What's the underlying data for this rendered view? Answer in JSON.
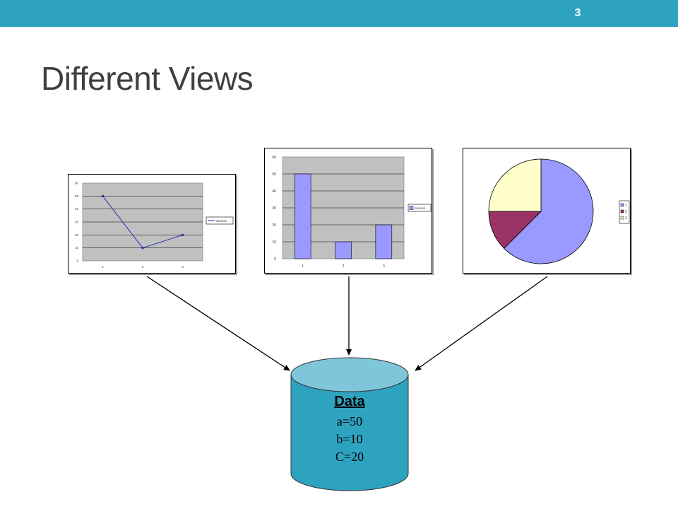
{
  "slide": {
    "page_number": "3",
    "title": "Different Views",
    "colors": {
      "topbar": "#2ea3c0",
      "cylinder_body": "#2ea3c0",
      "cylinder_top": "#7fc6da"
    }
  },
  "data_store": {
    "title": "Data",
    "lines": [
      "a=50",
      "b=10",
      "C=20"
    ]
  },
  "chart_data": [
    {
      "type": "line",
      "x": [
        1,
        2,
        3
      ],
      "ticks_x": [
        "1",
        "2",
        "3"
      ],
      "ticks_y": [
        "0",
        "10",
        "20",
        "30",
        "40",
        "50",
        "60"
      ],
      "series": [
        {
          "name": "Series1",
          "values": [
            50,
            10,
            20
          ],
          "color": "#1f2fb5"
        }
      ],
      "ylim": [
        0,
        60
      ],
      "grid": true,
      "legend": "right",
      "plot_bg": "#c0c0c0"
    },
    {
      "type": "bar",
      "categories": [
        "1",
        "2",
        "3"
      ],
      "ticks_y": [
        "0",
        "10",
        "20",
        "30",
        "40",
        "50",
        "60"
      ],
      "series": [
        {
          "name": "Series1",
          "values": [
            50,
            10,
            20
          ],
          "color": "#9999ff"
        }
      ],
      "ylim": [
        0,
        60
      ],
      "grid": true,
      "legend": "right",
      "plot_bg": "#c0c0c0"
    },
    {
      "type": "pie",
      "labels": [
        "1",
        "2",
        "3"
      ],
      "values": [
        50,
        10,
        20
      ],
      "colors": [
        "#9999ff",
        "#993366",
        "#ffffcc"
      ],
      "legend": "right"
    }
  ]
}
